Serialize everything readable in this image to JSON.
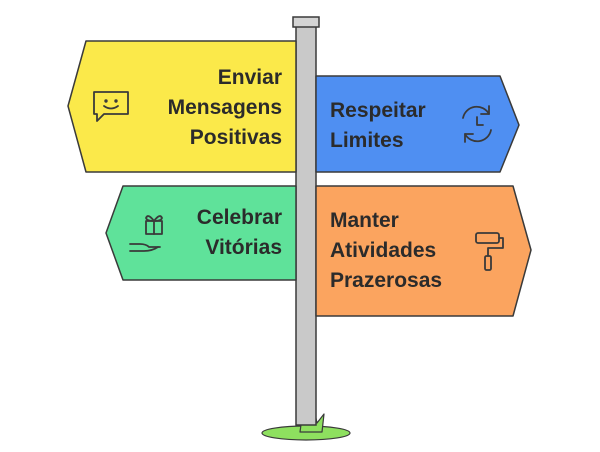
{
  "signs": [
    {
      "lines": [
        "Enviar",
        "Mensagens",
        "Positivas"
      ],
      "icon": "chat-smile-icon",
      "color": "#fbe94a"
    },
    {
      "lines": [
        "Respeitar",
        "Limites"
      ],
      "icon": "refresh-clock-icon",
      "color": "#4f8ff2"
    },
    {
      "lines": [
        "Celebrar",
        "Vitórias"
      ],
      "icon": "gift-hand-icon",
      "color": "#5fe29a"
    },
    {
      "lines": [
        "Manter",
        "Atividades",
        "Prazerosas"
      ],
      "icon": "paint-roller-icon",
      "color": "#fba45f"
    }
  ],
  "colors": {
    "post": "#c9c9c9",
    "grass": "#7ed957",
    "outline": "#3a3a3a"
  }
}
